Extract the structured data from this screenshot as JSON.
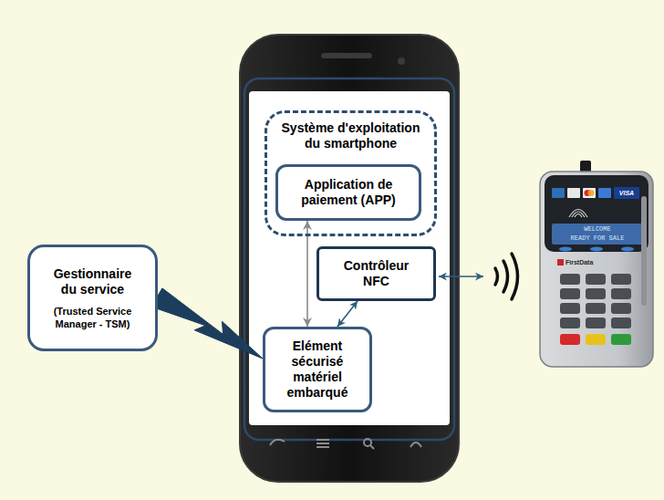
{
  "diagram": {
    "nodes": [
      {
        "text": [
          "Système d'exploitation du smartphone"
        ]
      },
      {
        "text": [
          "Application de paiement (APP)"
        ],
        "in": 0
      },
      {
        "text": [
          "Gestionnaire du service",
          "(Trusted Service Manager - TSM)"
        ]
      },
      {
        "text": [
          "Contrôleur NFC"
        ]
      },
      {
        "text": [
          "Elément sécurisé matériel embarqué"
        ]
      }
    ],
    "edges": [
      {
        "from": 1,
        "to": 4,
        "arrow": "both"
      },
      {
        "from": 3,
        "to": 4,
        "arrow": "both"
      },
      {
        "from": 2,
        "to": 4,
        "arrow": "to"
      }
    ],
    "labels": [
      "VISA",
      "WELCOME",
      "READY FOR SALE",
      "FirstData"
    ]
  }
}
